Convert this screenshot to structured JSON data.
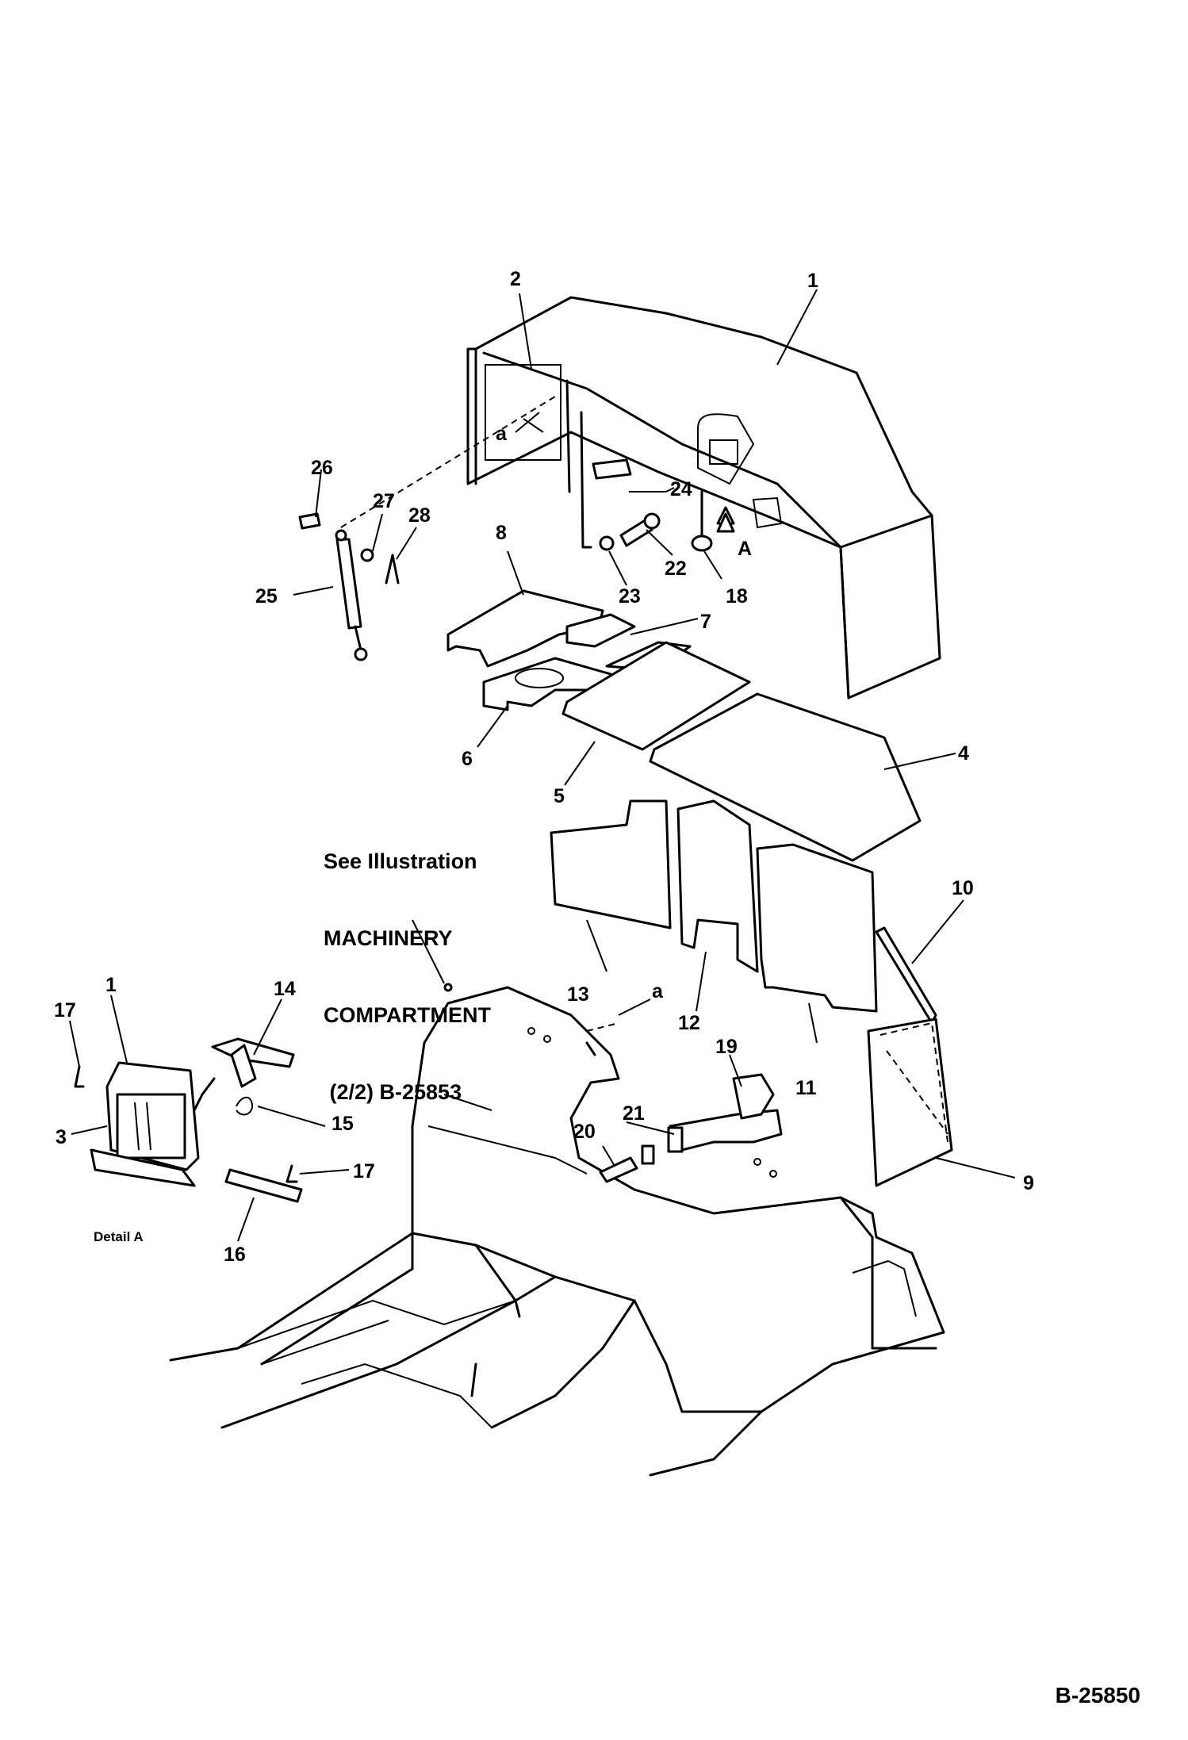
{
  "drawing_code": "B-25850",
  "reference_note": {
    "line1": "See Illustration",
    "line2": "MACHINERY",
    "line3": "COMPARTMENT",
    "line4": " (2/2) B-25853"
  },
  "detail_label": "Detail A",
  "view_marker": "A",
  "hole_marks": {
    "upper": "a",
    "lower": "a"
  },
  "callouts": [
    "1",
    "2",
    "3",
    "4",
    "5",
    "6",
    "7",
    "8",
    "9",
    "10",
    "11",
    "12",
    "13",
    "14",
    "15",
    "16",
    "17",
    "18",
    "19",
    "20",
    "21",
    "22",
    "23",
    "24",
    "25",
    "26",
    "27",
    "28"
  ]
}
